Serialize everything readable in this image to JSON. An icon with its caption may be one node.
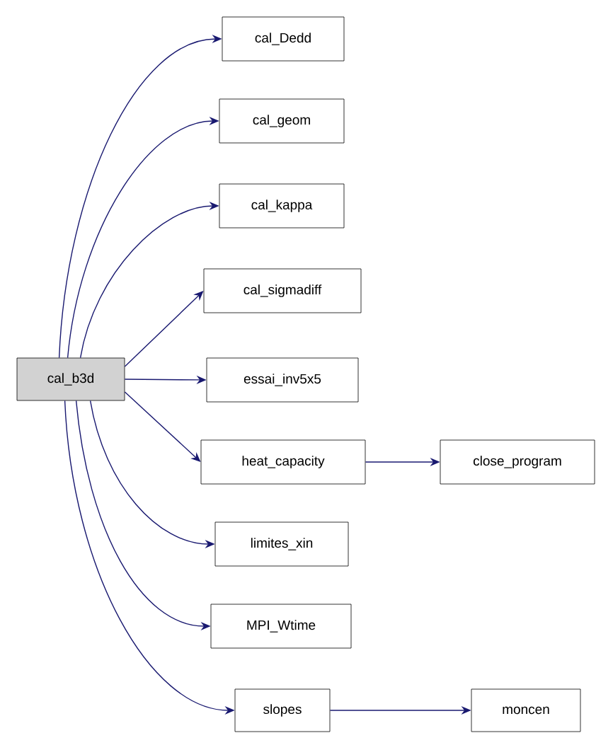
{
  "diagram": {
    "nodes": [
      {
        "text": [
          "cal_b3d"
        ]
      },
      {
        "text": [
          "cal_Dedd"
        ]
      },
      {
        "text": [
          "cal_geom"
        ]
      },
      {
        "text": [
          "cal_kappa"
        ]
      },
      {
        "text": [
          "cal_sigmadiff"
        ]
      },
      {
        "text": [
          "essai_inv5x5"
        ]
      },
      {
        "text": [
          "heat_capacity"
        ]
      },
      {
        "text": [
          "close_program"
        ]
      },
      {
        "text": [
          "limites_xin"
        ]
      },
      {
        "text": [
          "MPI_Wtime"
        ]
      },
      {
        "text": [
          "slopes"
        ]
      },
      {
        "text": [
          "moncen"
        ]
      }
    ],
    "edges": [
      {
        "from": 0,
        "to": 1,
        "arrow": "to"
      },
      {
        "from": 0,
        "to": 2,
        "arrow": "to"
      },
      {
        "from": 0,
        "to": 3,
        "arrow": "to"
      },
      {
        "from": 0,
        "to": 4,
        "arrow": "to"
      },
      {
        "from": 0,
        "to": 5,
        "arrow": "to"
      },
      {
        "from": 0,
        "to": 6,
        "arrow": "to"
      },
      {
        "from": 6,
        "to": 7,
        "arrow": "to"
      },
      {
        "from": 0,
        "to": 8,
        "arrow": "to"
      },
      {
        "from": 0,
        "to": 9,
        "arrow": "to"
      },
      {
        "from": 0,
        "to": 10,
        "arrow": "to"
      },
      {
        "from": 10,
        "to": 11,
        "arrow": "to"
      }
    ]
  }
}
